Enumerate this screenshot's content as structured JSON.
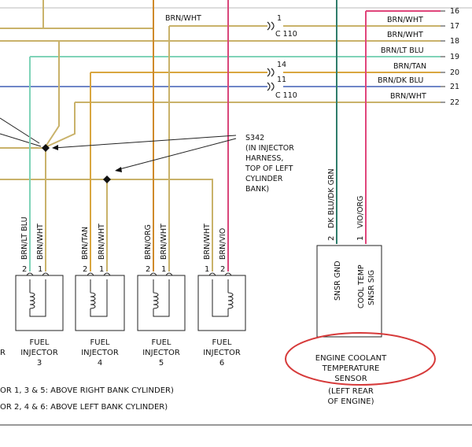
{
  "colors": {
    "brn_wht": "#c9b26a",
    "brn_lt_blu": "#7fd3b8",
    "brn_tan": "#d9a640",
    "brn_dk_blu": "#6f86c7",
    "brn_org": "#cf8a2a",
    "brn_vio": "#d9467a",
    "dk_blu_dk_grn": "#2f7d6b",
    "vio_org": "#e0457b",
    "highlight": "#d63a3a",
    "line": "#222222"
  },
  "harness": {
    "top_label": "BRN/WHT",
    "wires": [
      {
        "num": "16",
        "label": ""
      },
      {
        "num": "17",
        "label": "BRN/WHT"
      },
      {
        "num": "18",
        "label": "BRN/WHT"
      },
      {
        "num": "19",
        "label": "BRN/LT BLU"
      },
      {
        "num": "20",
        "label": "BRN/TAN"
      },
      {
        "num": "21",
        "label": "BRN/DK BLU"
      },
      {
        "num": "22",
        "label": "BRN/WHT"
      }
    ],
    "connectors": [
      {
        "pin": "1",
        "name": "C 110"
      },
      {
        "pin": "14",
        "name": ""
      },
      {
        "pin": "11",
        "name": "C 110"
      }
    ]
  },
  "splice": {
    "name": "S342",
    "desc": [
      "(IN INJECTOR",
      "HARNESS,",
      "TOP OF LEFT",
      "CYLINDER",
      "BANK)"
    ]
  },
  "injectors": [
    {
      "wire1": "BRN/LT BLU",
      "wire2": "BRN/WHT",
      "label": [
        "FUEL",
        "INJECTOR",
        "3"
      ],
      "pin1": "2",
      "pin2": "1"
    },
    {
      "wire1": "BRN/TAN",
      "wire2": "BRN/WHT",
      "label": [
        "FUEL",
        "INJECTOR",
        "4"
      ],
      "pin1": "2",
      "pin2": "1"
    },
    {
      "wire1": "BRN/ORG",
      "wire2": "BRN/WHT",
      "label": [
        "FUEL",
        "INJECTOR",
        "5"
      ],
      "pin1": "2",
      "pin2": "1"
    },
    {
      "wire1": "BRN/WHT",
      "wire2": "BRN/VIO",
      "label": [
        "FUEL",
        "INJECTOR",
        "6"
      ],
      "pin1": "1",
      "pin2": "2"
    }
  ],
  "injector_partial_label": "R",
  "sensor": {
    "wire1": "DK BLU/DK GRN",
    "wire2": "VIO/ORG",
    "pin1": "2",
    "pin2": "1",
    "inner1": "SNSR GND",
    "inner2": [
      "COOL TEMP",
      "SNSR SIG"
    ],
    "label": [
      "ENGINE COOLANT",
      "TEMPERATURE",
      "SENSOR"
    ],
    "location": [
      "(LEFT REAR",
      "OF ENGINE)"
    ]
  },
  "notes": [
    "OR 1, 3 & 5: ABOVE RIGHT BANK CYLINDER)",
    "OR 2, 4 & 6: ABOVE LEFT BANK CYLINDER)"
  ]
}
